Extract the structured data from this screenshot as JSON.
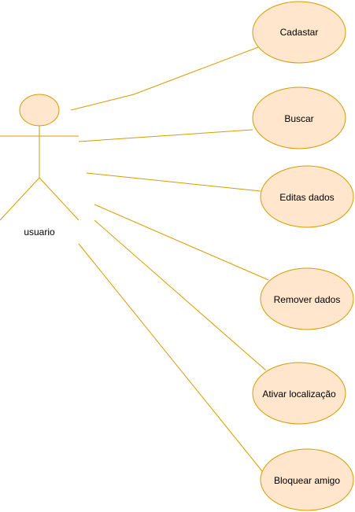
{
  "diagram": {
    "colors": {
      "stroke": "#d79b00",
      "fill": "#ffe6cc",
      "text": "#000000",
      "background": "#ffffff"
    },
    "actor": {
      "label": "usuario"
    },
    "use_cases": [
      {
        "id": "cadastar",
        "label": "Cadastar"
      },
      {
        "id": "buscar",
        "label": "Buscar"
      },
      {
        "id": "editas-dados",
        "label": "Editas dados"
      },
      {
        "id": "remover-dados",
        "label": "Remover dados"
      },
      {
        "id": "ativar-localizacao",
        "label": "Ativar localização"
      },
      {
        "id": "bloquear-amigo",
        "label": "Bloquear amigo"
      }
    ]
  }
}
